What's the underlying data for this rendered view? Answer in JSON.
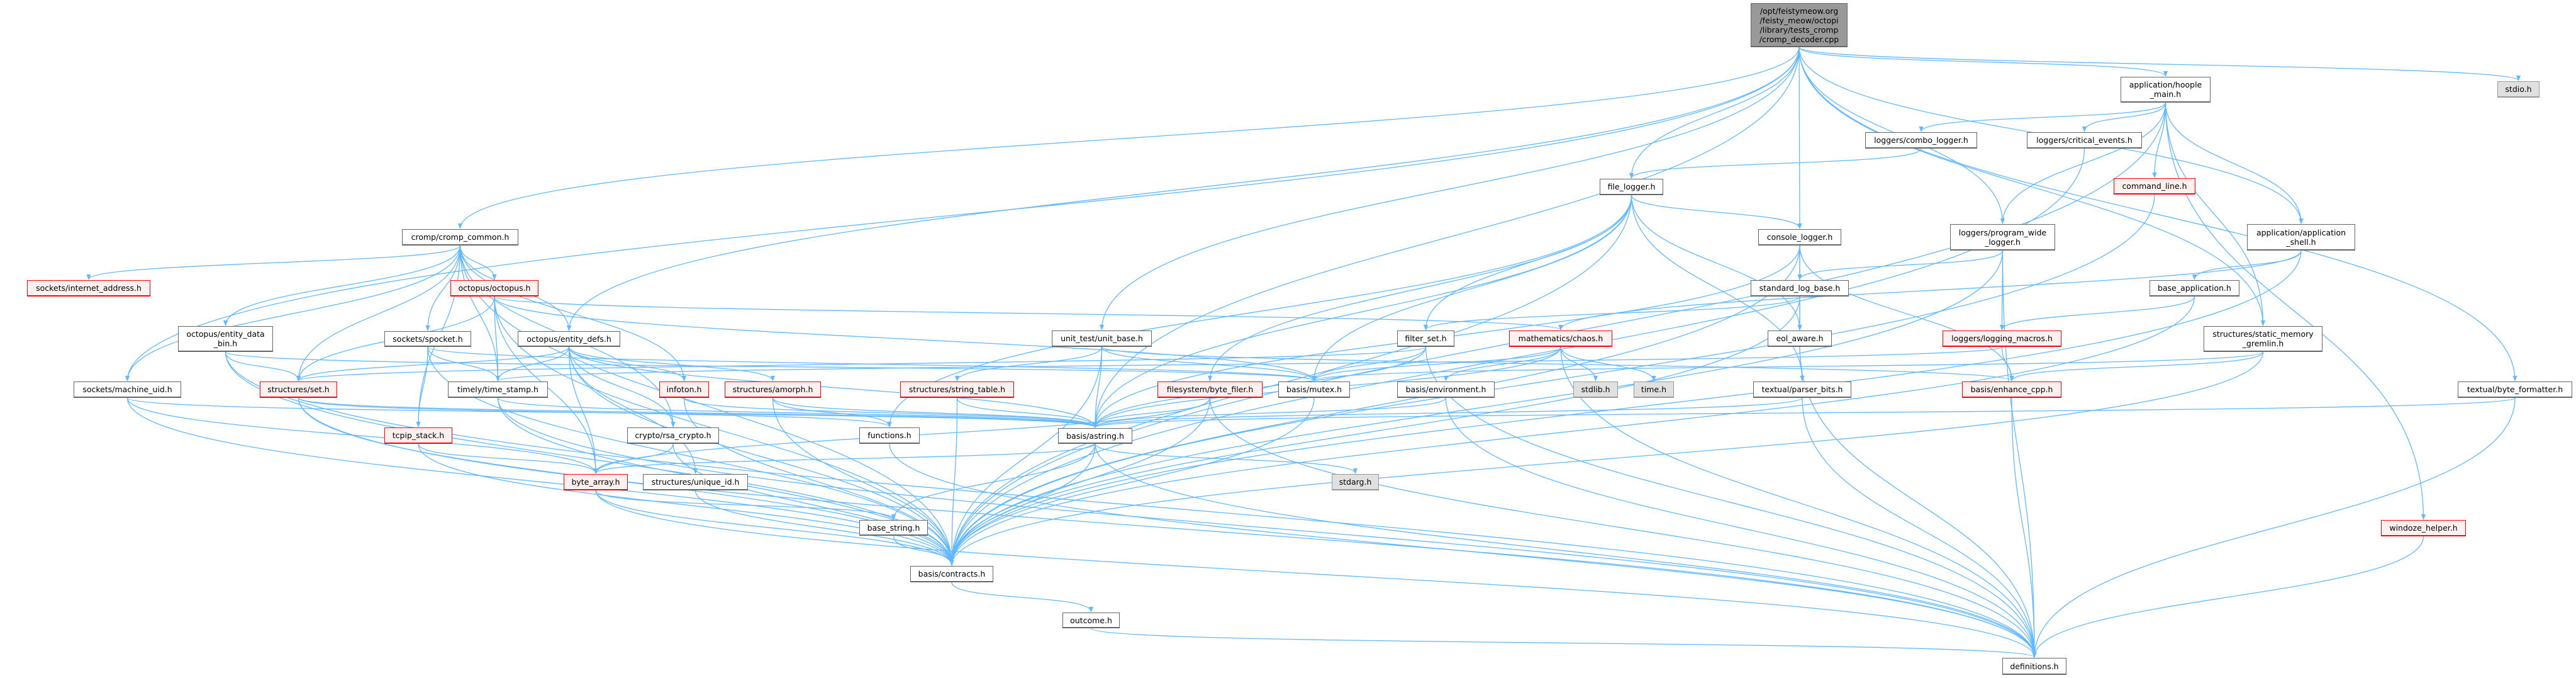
{
  "graph": {
    "edge_color": "#63b8ff",
    "nodes": [
      {
        "id": "root",
        "label": "/opt/feistymeow.org\n/feisty_meow/octopi\n/library/tests_cromp\n/cromp_decoder.cpp",
        "kind": "root"
      },
      {
        "id": "hoople",
        "label": "application/hoople\n_main.h",
        "kind": "normal"
      },
      {
        "id": "stdio",
        "label": "stdio.h",
        "kind": "system"
      },
      {
        "id": "combo",
        "label": "loggers/combo_logger.h",
        "kind": "normal"
      },
      {
        "id": "critical",
        "label": "loggers/critical_events.h",
        "kind": "normal"
      },
      {
        "id": "file_logger",
        "label": "file_logger.h",
        "kind": "normal"
      },
      {
        "id": "cmdline",
        "label": "command_line.h",
        "kind": "red"
      },
      {
        "id": "console",
        "label": "console_logger.h",
        "kind": "normal"
      },
      {
        "id": "pwl",
        "label": "loggers/program_wide\n_logger.h",
        "kind": "normal"
      },
      {
        "id": "appshell",
        "label": "application/application\n_shell.h",
        "kind": "normal"
      },
      {
        "id": "cromp",
        "label": "cromp/cromp_common.h",
        "kind": "normal"
      },
      {
        "id": "stdlog",
        "label": "standard_log_base.h",
        "kind": "normal"
      },
      {
        "id": "baseapp",
        "label": "base_application.h",
        "kind": "normal"
      },
      {
        "id": "inet",
        "label": "sockets/internet_address.h",
        "kind": "red"
      },
      {
        "id": "octopus",
        "label": "octopus/octopus.h",
        "kind": "red"
      },
      {
        "id": "edbin",
        "label": "octopus/entity_data\n_bin.h",
        "kind": "normal"
      },
      {
        "id": "spocket",
        "label": "sockets/spocket.h",
        "kind": "normal"
      },
      {
        "id": "edefs",
        "label": "octopus/entity_defs.h",
        "kind": "normal"
      },
      {
        "id": "unitbase",
        "label": "unit_test/unit_base.h",
        "kind": "normal"
      },
      {
        "id": "filterset",
        "label": "filter_set.h",
        "kind": "normal"
      },
      {
        "id": "chaos",
        "label": "mathematics/chaos.h",
        "kind": "red"
      },
      {
        "id": "eol",
        "label": "eol_aware.h",
        "kind": "normal"
      },
      {
        "id": "logmacros",
        "label": "loggers/logging_macros.h",
        "kind": "red"
      },
      {
        "id": "gremlin",
        "label": "structures/static_memory\n_gremlin.h",
        "kind": "normal"
      },
      {
        "id": "machuid",
        "label": "sockets/machine_uid.h",
        "kind": "normal"
      },
      {
        "id": "set",
        "label": "structures/set.h",
        "kind": "red"
      },
      {
        "id": "timestamp",
        "label": "timely/time_stamp.h",
        "kind": "normal"
      },
      {
        "id": "infoton",
        "label": "infoton.h",
        "kind": "red"
      },
      {
        "id": "amorph",
        "label": "structures/amorph.h",
        "kind": "red"
      },
      {
        "id": "strtable",
        "label": "structures/string_table.h",
        "kind": "red"
      },
      {
        "id": "bytefiler",
        "label": "filesystem/byte_filer.h",
        "kind": "red"
      },
      {
        "id": "mutex",
        "label": "basis/mutex.h",
        "kind": "normal"
      },
      {
        "id": "environment",
        "label": "basis/environment.h",
        "kind": "normal"
      },
      {
        "id": "stdlib",
        "label": "stdlib.h",
        "kind": "system"
      },
      {
        "id": "timeh",
        "label": "time.h",
        "kind": "system"
      },
      {
        "id": "parserbits",
        "label": "textual/parser_bits.h",
        "kind": "normal"
      },
      {
        "id": "enhance",
        "label": "basis/enhance_cpp.h",
        "kind": "red"
      },
      {
        "id": "bytefmt",
        "label": "textual/byte_formatter.h",
        "kind": "normal"
      },
      {
        "id": "tcpip",
        "label": "tcpip_stack.h",
        "kind": "red"
      },
      {
        "id": "rsa",
        "label": "crypto/rsa_crypto.h",
        "kind": "normal"
      },
      {
        "id": "functions",
        "label": "functions.h",
        "kind": "normal"
      },
      {
        "id": "astring",
        "label": "basis/astring.h",
        "kind": "normal"
      },
      {
        "id": "bytearray",
        "label": "byte_array.h",
        "kind": "red"
      },
      {
        "id": "uniqueid",
        "label": "structures/unique_id.h",
        "kind": "normal"
      },
      {
        "id": "stdarg",
        "label": "stdarg.h",
        "kind": "system"
      },
      {
        "id": "basestring",
        "label": "base_string.h",
        "kind": "normal"
      },
      {
        "id": "windoze",
        "label": "windoze_helper.h",
        "kind": "red"
      },
      {
        "id": "contracts",
        "label": "basis/contracts.h",
        "kind": "normal"
      },
      {
        "id": "outcome",
        "label": "outcome.h",
        "kind": "normal"
      },
      {
        "id": "definitions",
        "label": "definitions.h",
        "kind": "normal"
      }
    ],
    "edges": [
      [
        "root",
        "machuid"
      ],
      [
        "root",
        "cromp"
      ],
      [
        "root",
        "edefs"
      ],
      [
        "root",
        "astring"
      ],
      [
        "root",
        "unitbase"
      ],
      [
        "root",
        "file_logger"
      ],
      [
        "root",
        "console"
      ],
      [
        "root",
        "pwl"
      ],
      [
        "root",
        "hoople"
      ],
      [
        "root",
        "appshell"
      ],
      [
        "root",
        "gremlin"
      ],
      [
        "root",
        "bytefmt"
      ],
      [
        "root",
        "stdio"
      ],
      [
        "hoople",
        "combo"
      ],
      [
        "hoople",
        "critical"
      ],
      [
        "hoople",
        "cmdline"
      ],
      [
        "hoople",
        "pwl"
      ],
      [
        "hoople",
        "appshell"
      ],
      [
        "hoople",
        "gremlin"
      ],
      [
        "hoople",
        "windoze"
      ],
      [
        "hoople",
        "contracts"
      ],
      [
        "combo",
        "file_logger"
      ],
      [
        "critical",
        "contracts"
      ],
      [
        "cmdline",
        "contracts"
      ],
      [
        "file_logger",
        "console"
      ],
      [
        "file_logger",
        "astring"
      ],
      [
        "file_logger",
        "bytefiler"
      ],
      [
        "file_logger",
        "contracts"
      ],
      [
        "file_logger",
        "eol"
      ],
      [
        "file_logger",
        "filterset"
      ],
      [
        "file_logger",
        "mutex"
      ],
      [
        "file_logger",
        "parserbits"
      ],
      [
        "file_logger",
        "functions"
      ],
      [
        "console",
        "stdlog"
      ],
      [
        "console",
        "eol"
      ],
      [
        "console",
        "enhance"
      ],
      [
        "console",
        "contracts"
      ],
      [
        "console",
        "astring"
      ],
      [
        "pwl",
        "stdlog"
      ],
      [
        "pwl",
        "logmacros"
      ],
      [
        "pwl",
        "contracts"
      ],
      [
        "pwl",
        "definitions"
      ],
      [
        "appshell",
        "baseapp"
      ],
      [
        "appshell",
        "chaos"
      ],
      [
        "appshell",
        "contracts"
      ],
      [
        "baseapp",
        "logmacros"
      ],
      [
        "baseapp",
        "contracts"
      ],
      [
        "stdlog",
        "filterset"
      ],
      [
        "stdlog",
        "eol"
      ],
      [
        "stdlog",
        "contracts"
      ],
      [
        "eol",
        "parserbits"
      ],
      [
        "eol",
        "definitions"
      ],
      [
        "logmacros",
        "enhance"
      ],
      [
        "logmacros",
        "timestamp"
      ],
      [
        "gremlin",
        "enhance"
      ],
      [
        "gremlin",
        "mutex"
      ],
      [
        "gremlin",
        "contracts"
      ],
      [
        "cromp",
        "inet"
      ],
      [
        "cromp",
        "octopus"
      ],
      [
        "cromp",
        "edbin"
      ],
      [
        "cromp",
        "spocket"
      ],
      [
        "cromp",
        "edefs"
      ],
      [
        "cromp",
        "machuid"
      ],
      [
        "cromp",
        "set"
      ],
      [
        "cromp",
        "tcpip"
      ],
      [
        "cromp",
        "timestamp"
      ],
      [
        "cromp",
        "infoton"
      ],
      [
        "cromp",
        "rsa"
      ],
      [
        "cromp",
        "contracts"
      ],
      [
        "octopus",
        "set"
      ],
      [
        "octopus",
        "timestamp"
      ],
      [
        "octopus",
        "chaos"
      ],
      [
        "octopus",
        "contracts"
      ],
      [
        "octopus",
        "bytearray"
      ],
      [
        "octopus",
        "mutex"
      ],
      [
        "edbin",
        "set"
      ],
      [
        "edbin",
        "contracts"
      ],
      [
        "edbin",
        "mutex"
      ],
      [
        "edbin",
        "definitions"
      ],
      [
        "spocket",
        "timestamp"
      ],
      [
        "spocket",
        "tcpip"
      ],
      [
        "spocket",
        "contracts"
      ],
      [
        "spocket",
        "mutex"
      ],
      [
        "edefs",
        "set"
      ],
      [
        "edefs",
        "timestamp"
      ],
      [
        "edefs",
        "infoton"
      ],
      [
        "edefs",
        "amorph"
      ],
      [
        "edefs",
        "bytearray"
      ],
      [
        "edefs",
        "uniqueid"
      ],
      [
        "edefs",
        "rsa"
      ],
      [
        "edefs",
        "astring"
      ],
      [
        "edefs",
        "contracts"
      ],
      [
        "unitbase",
        "strtable"
      ],
      [
        "unitbase",
        "astring"
      ],
      [
        "unitbase",
        "mutex"
      ],
      [
        "unitbase",
        "enhance"
      ],
      [
        "unitbase",
        "contracts"
      ],
      [
        "filterset",
        "set"
      ],
      [
        "filterset",
        "mutex"
      ],
      [
        "filterset",
        "astring"
      ],
      [
        "filterset",
        "definitions"
      ],
      [
        "chaos",
        "environment"
      ],
      [
        "chaos",
        "stdlib"
      ],
      [
        "chaos",
        "timeh"
      ],
      [
        "chaos",
        "mutex"
      ],
      [
        "chaos",
        "definitions"
      ],
      [
        "chaos",
        "astring"
      ],
      [
        "machuid",
        "bytearray"
      ],
      [
        "machuid",
        "astring"
      ],
      [
        "machuid",
        "contracts"
      ],
      [
        "set",
        "astring"
      ],
      [
        "set",
        "functions"
      ],
      [
        "set",
        "contracts"
      ],
      [
        "set",
        "definitions"
      ],
      [
        "timestamp",
        "astring"
      ],
      [
        "timestamp",
        "contracts"
      ],
      [
        "timestamp",
        "definitions"
      ],
      [
        "infoton",
        "contracts"
      ],
      [
        "infoton",
        "astring"
      ],
      [
        "amorph",
        "functions"
      ],
      [
        "amorph",
        "contracts"
      ],
      [
        "amorph",
        "astring"
      ],
      [
        "strtable",
        "astring"
      ],
      [
        "strtable",
        "contracts"
      ],
      [
        "bytefiler",
        "astring"
      ],
      [
        "bytefiler",
        "bytearray"
      ],
      [
        "bytefiler",
        "definitions"
      ],
      [
        "bytefiler",
        "contracts"
      ],
      [
        "mutex",
        "contracts"
      ],
      [
        "environment",
        "astring"
      ],
      [
        "environment",
        "definitions"
      ],
      [
        "parserbits",
        "astring"
      ],
      [
        "parserbits",
        "definitions"
      ],
      [
        "enhance",
        "definitions"
      ],
      [
        "bytefmt",
        "astring"
      ],
      [
        "bytefmt",
        "definitions"
      ],
      [
        "tcpip",
        "bytearray"
      ],
      [
        "tcpip",
        "contracts"
      ],
      [
        "rsa",
        "bytearray"
      ],
      [
        "rsa",
        "contracts"
      ],
      [
        "functions",
        "definitions"
      ],
      [
        "astring",
        "bytearray"
      ],
      [
        "astring",
        "stdarg"
      ],
      [
        "astring",
        "basestring"
      ],
      [
        "astring",
        "contracts"
      ],
      [
        "astring",
        "definitions"
      ],
      [
        "bytearray",
        "basestring"
      ],
      [
        "bytearray",
        "contracts"
      ],
      [
        "bytearray",
        "definitions"
      ],
      [
        "uniqueid",
        "contracts"
      ],
      [
        "basestring",
        "contracts"
      ],
      [
        "windoze",
        "definitions"
      ],
      [
        "contracts",
        "outcome"
      ],
      [
        "outcome",
        "definitions"
      ]
    ]
  }
}
